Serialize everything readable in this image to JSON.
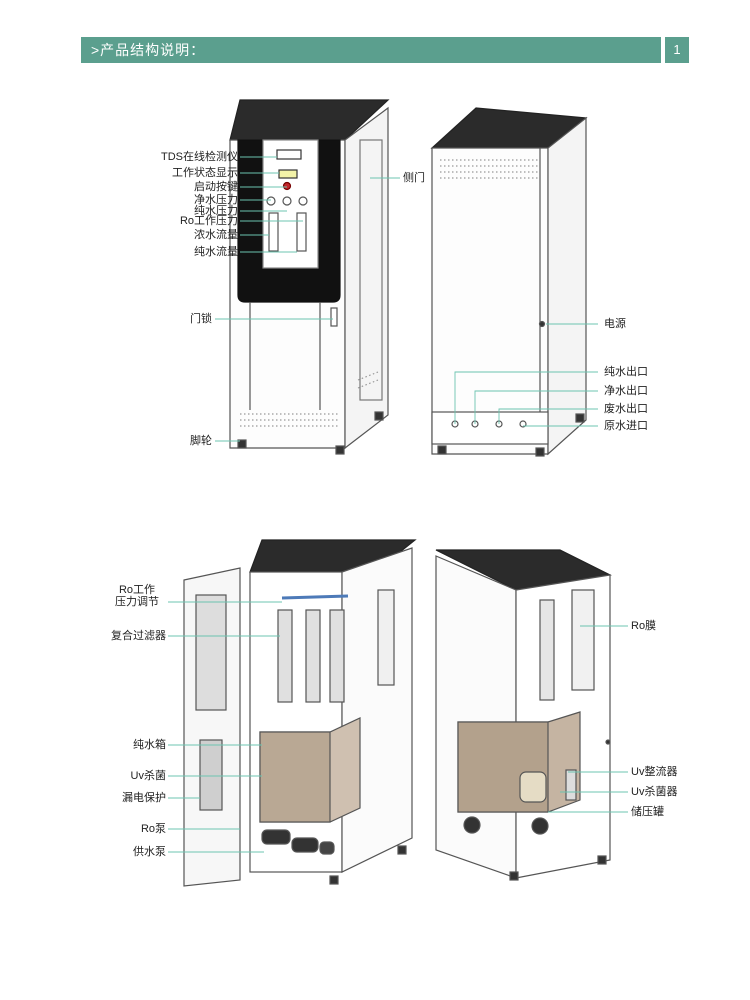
{
  "header": {
    "title": ">产品结构说明：",
    "page_number": "1"
  },
  "figure_top": {
    "front_labels": {
      "tds": "TDS在线检测仪",
      "status": "工作状态显示",
      "start": "启动按键",
      "clean_pressure": "净水压力",
      "pure_pressure": "纯水压力",
      "ro_pressure": "Ro工作压力",
      "conc_flow": "浓水流量",
      "pure_flow": "纯水流量",
      "lock": "门锁",
      "caster": "脚轮",
      "side_door": "侧门"
    },
    "back_labels": {
      "power": "电源",
      "pure_out": "纯水出口",
      "clean_out": "净水出口",
      "waste_out": "废水出口",
      "raw_in": "原水进口"
    }
  },
  "figure_bottom": {
    "left_labels": {
      "ro_adjust_1": "Ro工作",
      "ro_adjust_2": "压力调节",
      "composite_filter": "复合过滤器",
      "pure_tank": "纯水箱",
      "uv_sterilize": "Uv杀菌",
      "leak_protect": "漏电保护",
      "ro_pump": "Ro泵",
      "supply_pump": "供水泵"
    },
    "right_labels": {
      "ro_membrane": "Ro膜",
      "uv_rectifier": "Uv整流器",
      "uv_sterilizer": "Uv杀菌器",
      "pressure_tank": "储压罐"
    }
  },
  "colors": {
    "accent": "#5b9f8e",
    "line": "#6cc4b0"
  }
}
